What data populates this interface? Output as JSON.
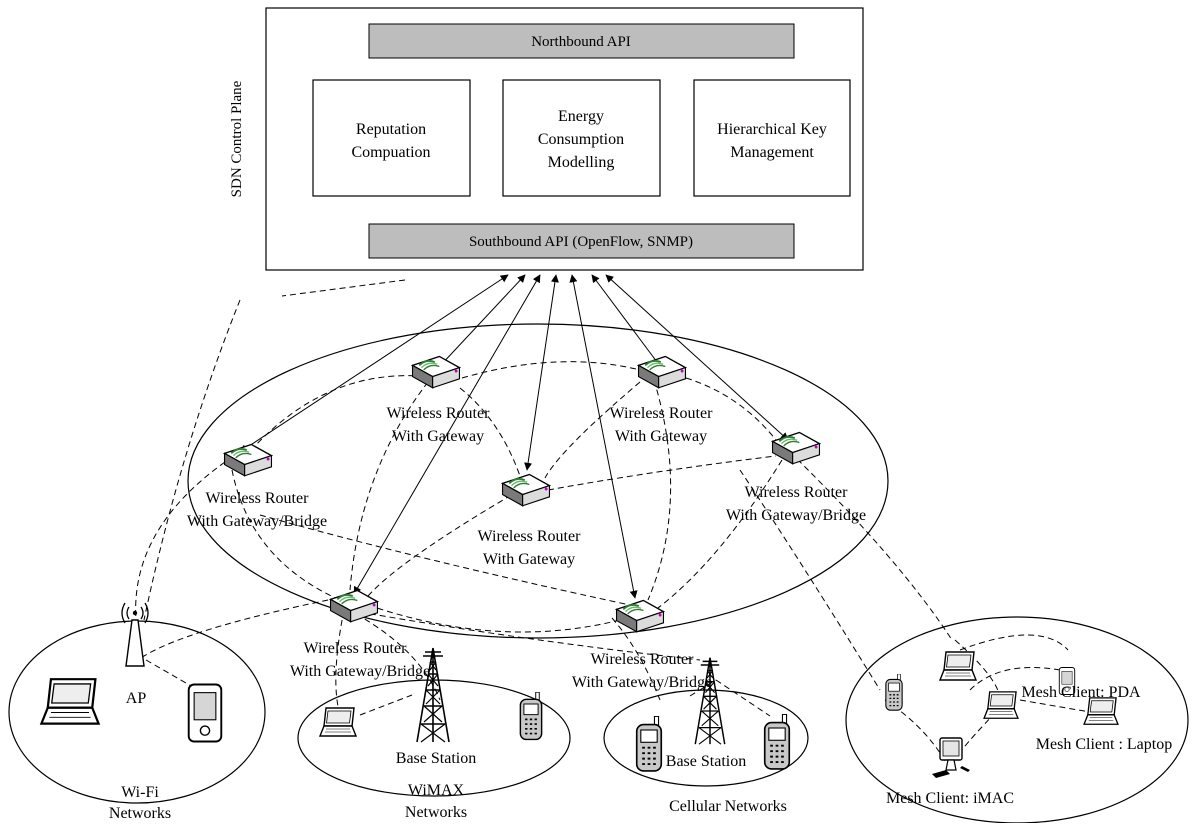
{
  "control_plane": {
    "side_label": "SDN Control Plane",
    "northbound": "Northbound API",
    "southbound": "Southbound API (OpenFlow, SNMP)",
    "modules": [
      [
        "Reputation",
        "Compuation"
      ],
      [
        "Energy",
        "Consumption",
        "Modelling"
      ],
      [
        "Hierarchical Key",
        "Management"
      ]
    ]
  },
  "routers": {
    "r1": [
      "Wireless Router",
      "With Gateway"
    ],
    "r2": [
      "Wireless Router",
      "With Gateway"
    ],
    "r3": [
      "Wireless Router",
      "With Gateway/Bridge"
    ],
    "r4": [
      "Wireless Router",
      "With Gateway/Bridge"
    ],
    "r5": [
      "Wireless Router",
      "With Gateway"
    ],
    "r6": [
      "Wireless Router",
      "With Gateway/Bridge"
    ],
    "r7": [
      "Wireless Router",
      "With Gateway/Bridge"
    ]
  },
  "networks": {
    "wifi": {
      "label": [
        "Wi-Fi",
        "Networks"
      ],
      "ap": "AP"
    },
    "wimax": {
      "label": [
        "WiMAX",
        "Networks"
      ],
      "station": "Base Station"
    },
    "cellular": {
      "label": "Cellular Networks",
      "station": "Base Station"
    },
    "mesh": {
      "pda": "Mesh Client: PDA",
      "laptop": "Mesh Client : Laptop",
      "imac": "Mesh Client: iMAC"
    }
  },
  "icons": [
    "router-icon",
    "antenna-icon",
    "laptop-icon",
    "pda-icon",
    "phone-icon",
    "tower-icon",
    "imac-icon"
  ]
}
